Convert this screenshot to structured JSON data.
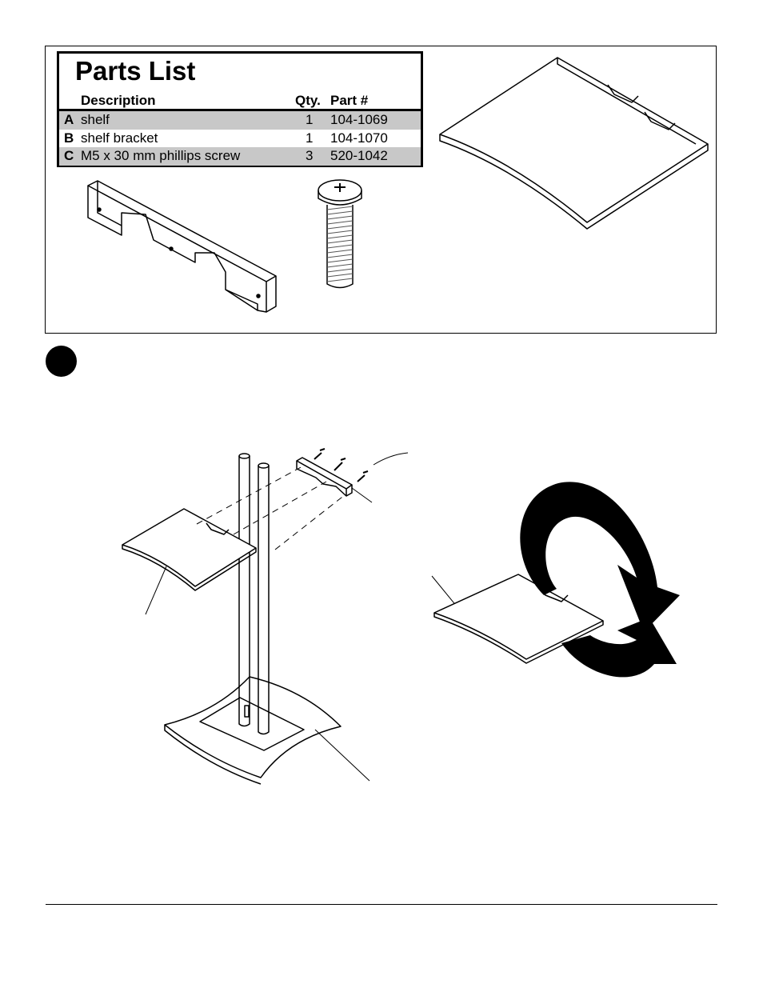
{
  "parts_list": {
    "title": "Parts List",
    "headers": {
      "description": "Description",
      "qty": "Qty.",
      "part": "Part #"
    },
    "rows": [
      {
        "letter": "A",
        "description": "shelf",
        "qty": "1",
        "part": "104-1069"
      },
      {
        "letter": "B",
        "description": "shelf bracket",
        "qty": "1",
        "part": "104-1070"
      },
      {
        "letter": "C",
        "description": "M5 x 30 mm phillips screw",
        "qty": "3",
        "part": "520-1042"
      }
    ]
  }
}
